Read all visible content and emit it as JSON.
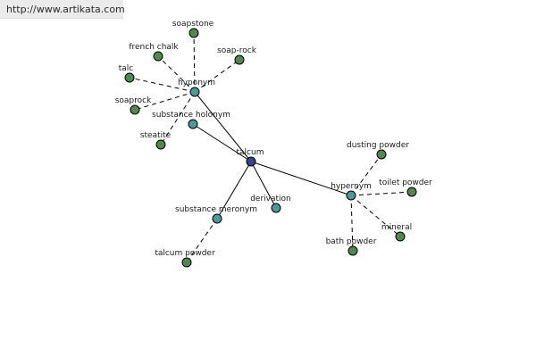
{
  "header": {
    "url": "http://www.artikata.com"
  },
  "colors": {
    "center": "#3a3f8f",
    "relation": "#4a9a9a",
    "leaf": "#4e8a4a"
  },
  "graph": {
    "nodes": [
      {
        "id": "talcum",
        "label": "talcum",
        "kind": "center"
      },
      {
        "id": "hyponym",
        "label": "hyponym",
        "kind": "relation"
      },
      {
        "id": "substance-holonym",
        "label": "substance holonym",
        "kind": "relation"
      },
      {
        "id": "substance-meronym",
        "label": "substance meronym",
        "kind": "relation"
      },
      {
        "id": "derivation",
        "label": "derivation",
        "kind": "relation"
      },
      {
        "id": "hypernym",
        "label": "hypernym",
        "kind": "relation"
      },
      {
        "id": "soapstone",
        "label": "soapstone",
        "kind": "leaf"
      },
      {
        "id": "french-chalk",
        "label": "french chalk",
        "kind": "leaf"
      },
      {
        "id": "soap-rock",
        "label": "soap-rock",
        "kind": "leaf"
      },
      {
        "id": "talc",
        "label": "talc",
        "kind": "leaf"
      },
      {
        "id": "soaprock",
        "label": "soaprock",
        "kind": "leaf"
      },
      {
        "id": "steatite",
        "label": "steatite",
        "kind": "leaf"
      },
      {
        "id": "talcum-powder",
        "label": "talcum powder",
        "kind": "leaf"
      },
      {
        "id": "dusting-powder",
        "label": "dusting powder",
        "kind": "leaf"
      },
      {
        "id": "toilet-powder",
        "label": "toilet powder",
        "kind": "leaf"
      },
      {
        "id": "mineral",
        "label": "mineral",
        "kind": "leaf"
      },
      {
        "id": "bath-powder",
        "label": "bath powder",
        "kind": "leaf"
      }
    ],
    "edges": [
      {
        "from": "talcum",
        "to": "hyponym",
        "style": "solid"
      },
      {
        "from": "talcum",
        "to": "substance-holonym",
        "style": "solid"
      },
      {
        "from": "talcum",
        "to": "substance-meronym",
        "style": "solid"
      },
      {
        "from": "talcum",
        "to": "derivation",
        "style": "solid"
      },
      {
        "from": "talcum",
        "to": "hypernym",
        "style": "solid"
      },
      {
        "from": "hyponym",
        "to": "soapstone",
        "style": "dashed"
      },
      {
        "from": "hyponym",
        "to": "french-chalk",
        "style": "dashed"
      },
      {
        "from": "hyponym",
        "to": "soap-rock",
        "style": "dashed"
      },
      {
        "from": "hyponym",
        "to": "talc",
        "style": "dashed"
      },
      {
        "from": "hyponym",
        "to": "soaprock",
        "style": "dashed"
      },
      {
        "from": "hyponym",
        "to": "steatite",
        "style": "dashed"
      },
      {
        "from": "substance-meronym",
        "to": "talcum-powder",
        "style": "dashed"
      },
      {
        "from": "hypernym",
        "to": "dusting-powder",
        "style": "dashed"
      },
      {
        "from": "hypernym",
        "to": "toilet-powder",
        "style": "dashed"
      },
      {
        "from": "hypernym",
        "to": "mineral",
        "style": "dashed"
      },
      {
        "from": "hypernym",
        "to": "bath-powder",
        "style": "dashed"
      }
    ]
  }
}
